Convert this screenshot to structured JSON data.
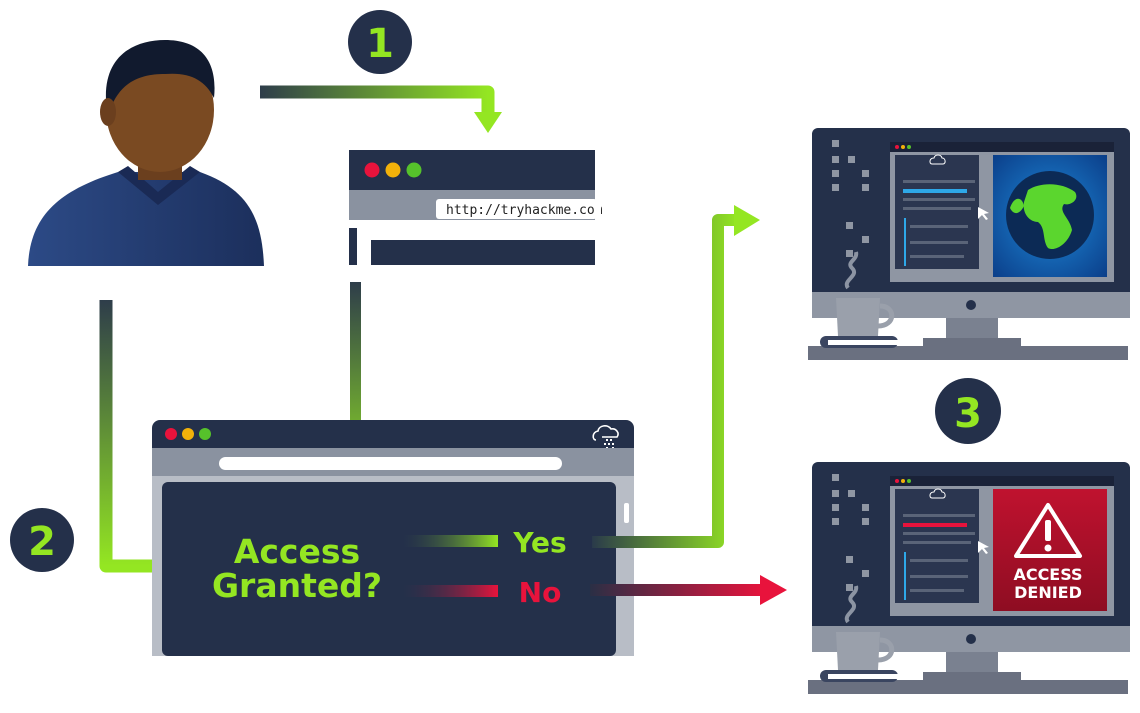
{
  "steps": [
    "1",
    "2",
    "3"
  ],
  "browser": {
    "url": "http://tryhackme.com"
  },
  "decision": {
    "question_line1": "Access",
    "question_line2": "Granted?",
    "yes": "Yes",
    "no": "No"
  },
  "denied": {
    "line1": "ACCESS",
    "line2": "DENIED"
  },
  "colors": {
    "navy": "#24304a",
    "green": "#8fe021",
    "red": "#e8133c",
    "badge": "#24304a",
    "grey": "#8f96a3"
  }
}
